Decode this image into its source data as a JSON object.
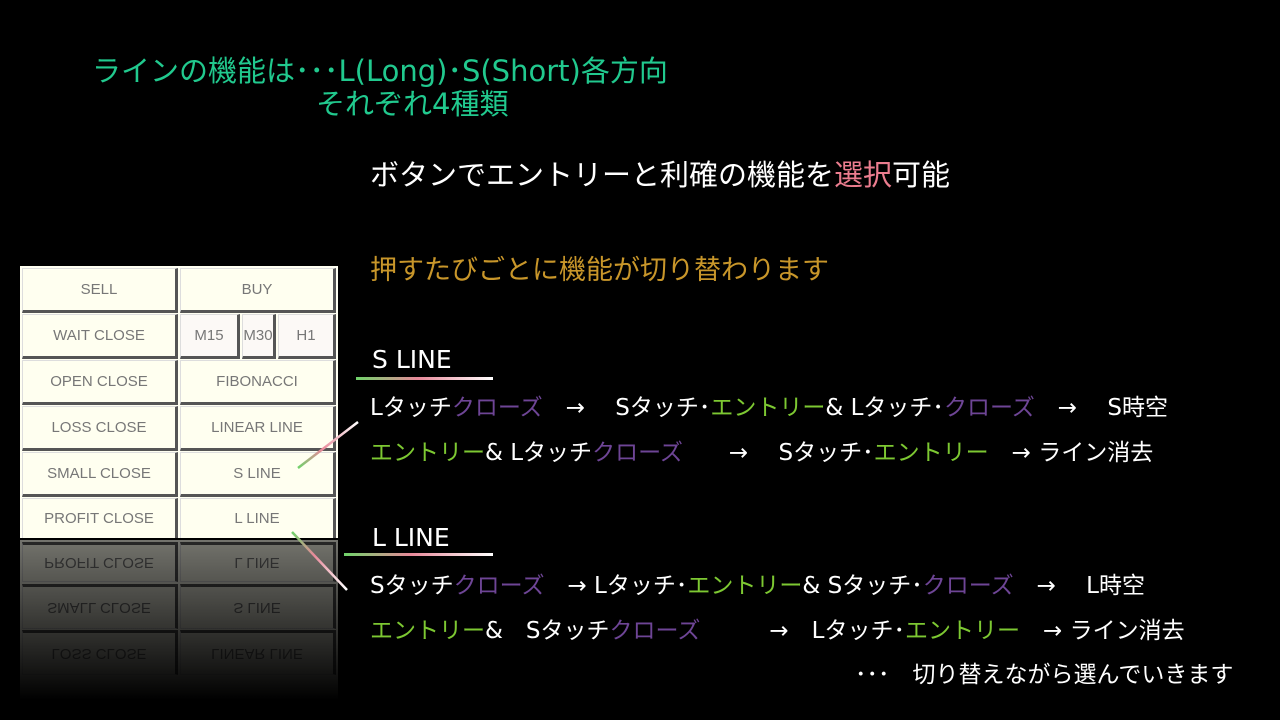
{
  "title": {
    "line1": "ラインの機能は･･･L(Long)･S(Short)各方向",
    "line2": "それぞれ4種類"
  },
  "subtitle": {
    "a": "ボタンでエントリーと利確の機能を",
    "b": "選択",
    "c": "可能"
  },
  "note": "押すたびごとに機能が切り替わります",
  "panel": {
    "sell": "SELL",
    "buy": "BUY",
    "wait_close": "WAIT  CLOSE",
    "m15": "M15",
    "m30": "M30",
    "h1": "H1",
    "open_close": "OPEN CLOSE",
    "fibonacci": "FIBONACCI",
    "loss_close": "LOSS CLOSE",
    "linear_line": "LINEAR LINE",
    "small_close": "SMALL CLOSE",
    "s_line": "S LINE",
    "profit_close": "PROFIT CLOSE",
    "l_line": "L LINE"
  },
  "s_line": {
    "heading": "S LINE",
    "row1": [
      "Lタッチ",
      "クローズ",
      "　→　 Sタッチ･",
      "エントリー",
      "& Lタッチ･",
      "クローズ",
      "　→　 S時空"
    ],
    "row2": [
      "エントリー",
      "& Lタッチ",
      "クローズ",
      "　　→　 Sタッチ･",
      "エントリー",
      "　→ ライン消去"
    ]
  },
  "l_line": {
    "heading": "L  LINE",
    "row1": [
      "Sタッチ",
      "クローズ",
      "　→ Lタッチ･",
      "エントリー",
      "& Sタッチ･",
      "クローズ",
      "　→　 L時空"
    ],
    "row2": [
      "エントリー",
      "&　Sタッチ",
      "クローズ",
      "　　　→　Lタッチ･",
      "エントリー",
      "　→ ライン消去"
    ]
  },
  "footer": "･･･　切り替えながら選んでいきます"
}
